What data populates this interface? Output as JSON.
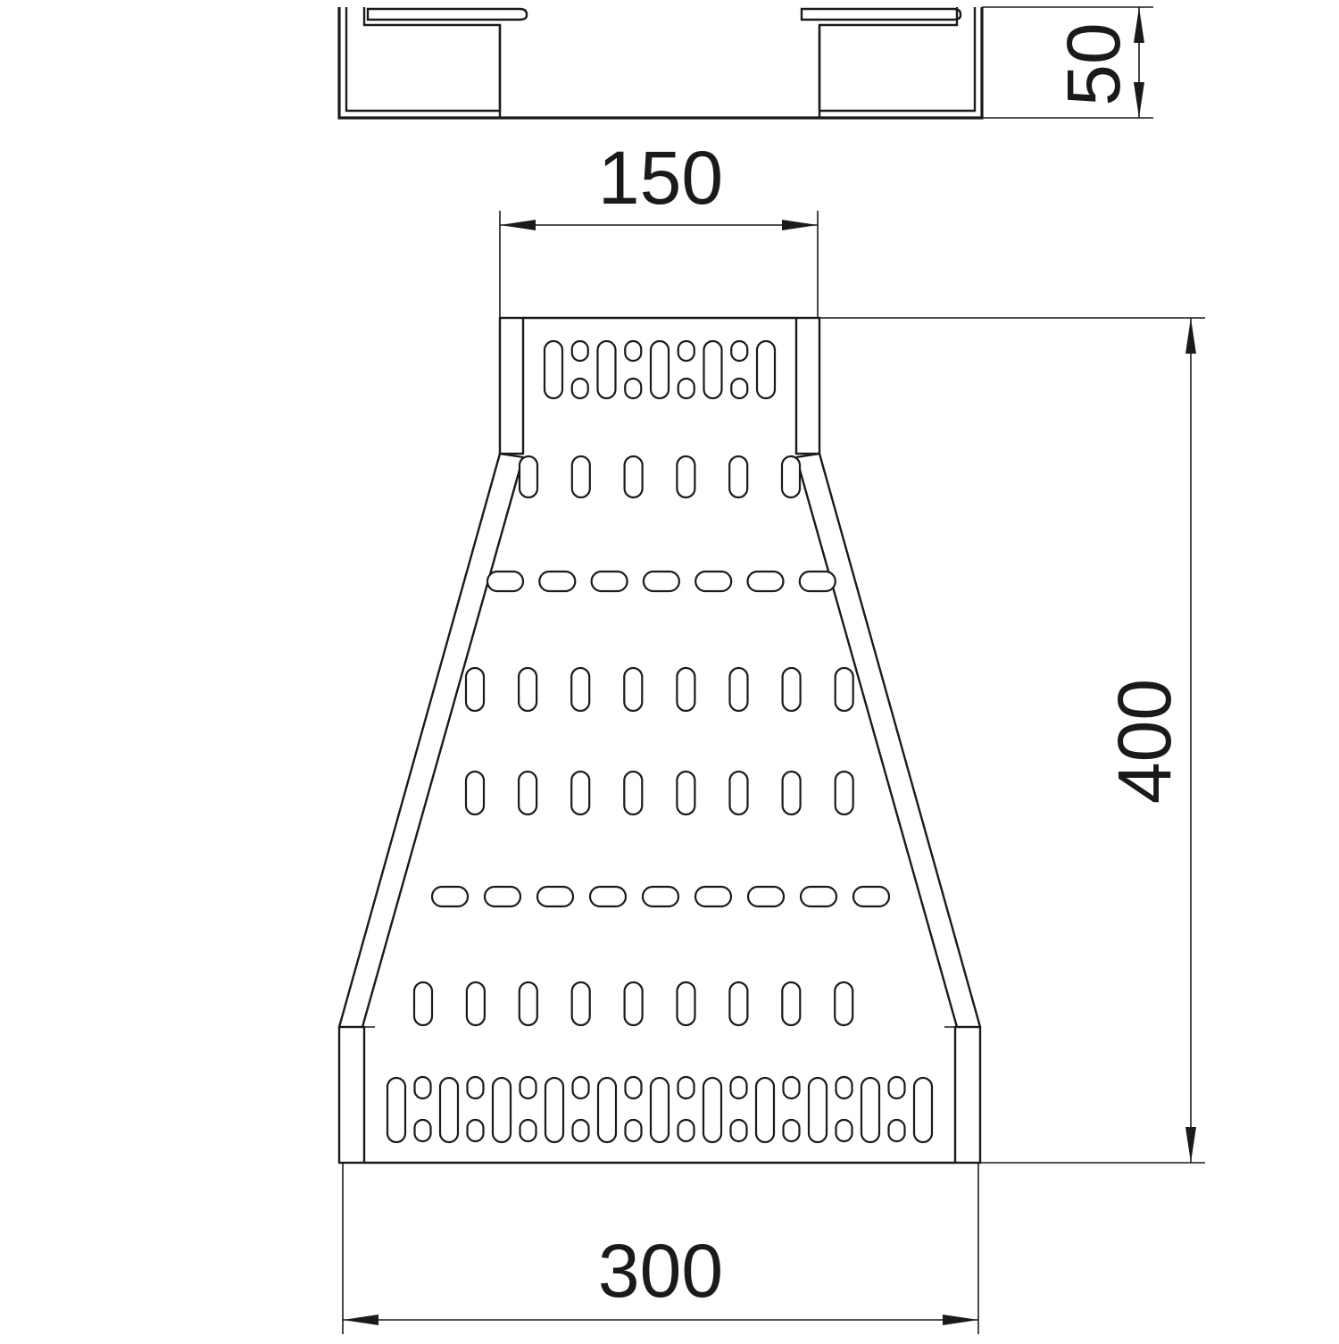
{
  "drawing": {
    "dimensions": {
      "height": "50",
      "top_width": "150",
      "length": "400",
      "bottom_width": "300"
    },
    "line_color": "#1a1a1a",
    "background": "#ffffff"
  }
}
